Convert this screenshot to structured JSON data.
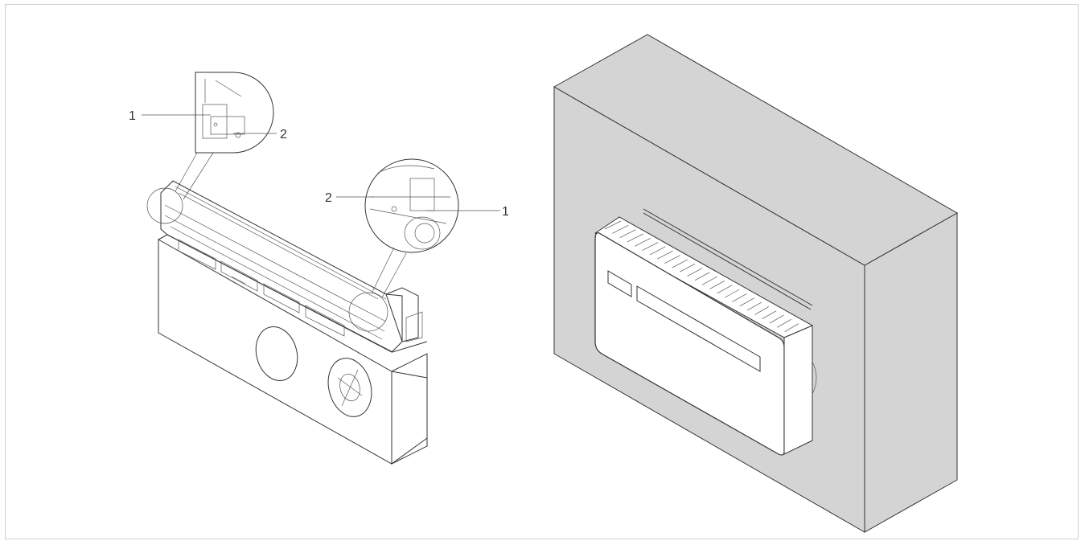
{
  "figure": {
    "left_detail_top": {
      "callout_1": "1",
      "callout_2": "2"
    },
    "left_detail_right": {
      "callout_1": "1",
      "callout_2": "2"
    }
  },
  "colors": {
    "frame_border": "#cfcfcf",
    "wall_fill": "#d4d4d4",
    "line": "#333333",
    "unit_fill": "#ffffff"
  }
}
